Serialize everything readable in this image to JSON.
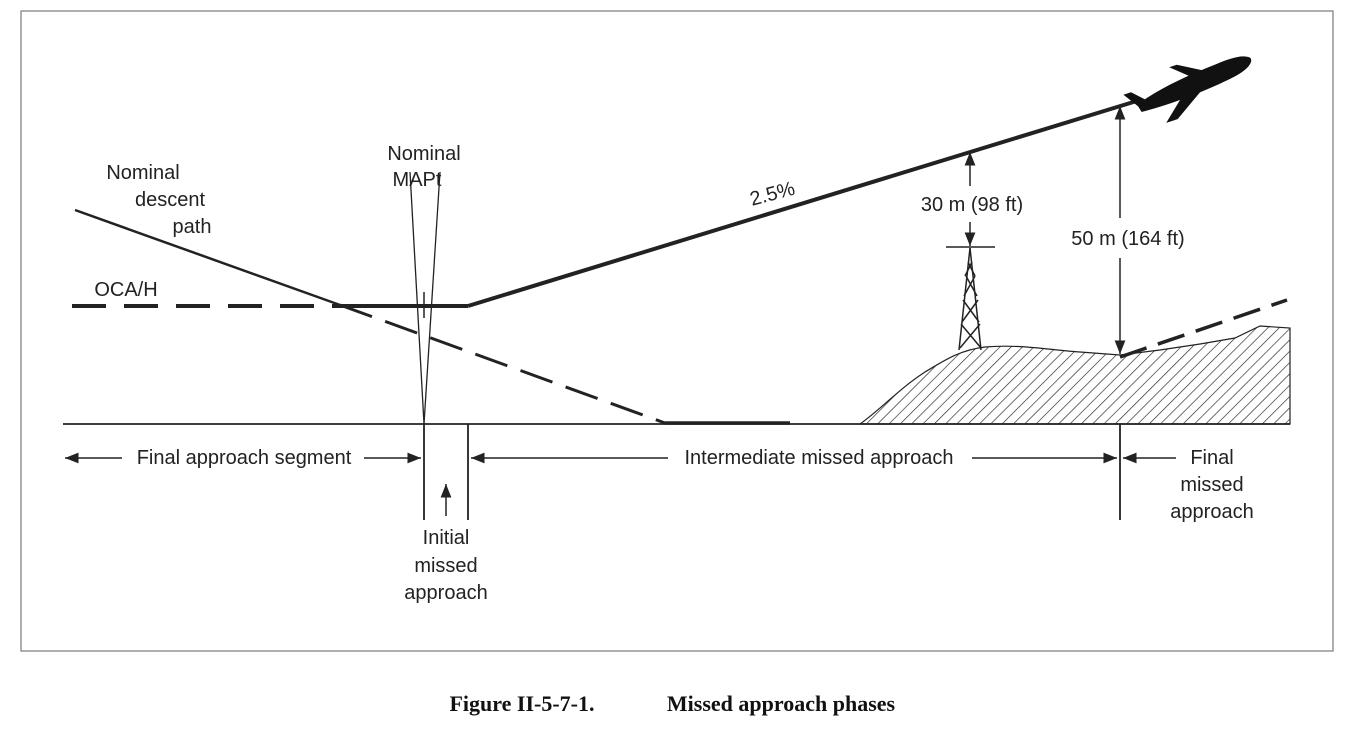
{
  "figure": {
    "caption_number": "Figure II-5-7-1.",
    "caption_title": "Missed approach phases"
  },
  "labels": {
    "descent": [
      "Nominal",
      "descent",
      "path"
    ],
    "mapt": [
      "Nominal",
      "MAPt"
    ],
    "oca": "OCA/H",
    "gradient": "2.5%",
    "clearance_30": "30 m (98 ft)",
    "clearance_50": "50 m (164 ft)"
  },
  "segments": {
    "final_approach": "Final approach segment",
    "initial_missed": [
      "Initial",
      "missed",
      "approach"
    ],
    "intermediate_missed": "Intermediate missed approach",
    "final_missed": [
      "Final",
      "missed",
      "approach"
    ]
  },
  "icons": [
    "aircraft-icon",
    "tower-icon",
    "terrain-hatch"
  ],
  "colors": {
    "line": "#222222",
    "frame": "#7a7a7a"
  }
}
